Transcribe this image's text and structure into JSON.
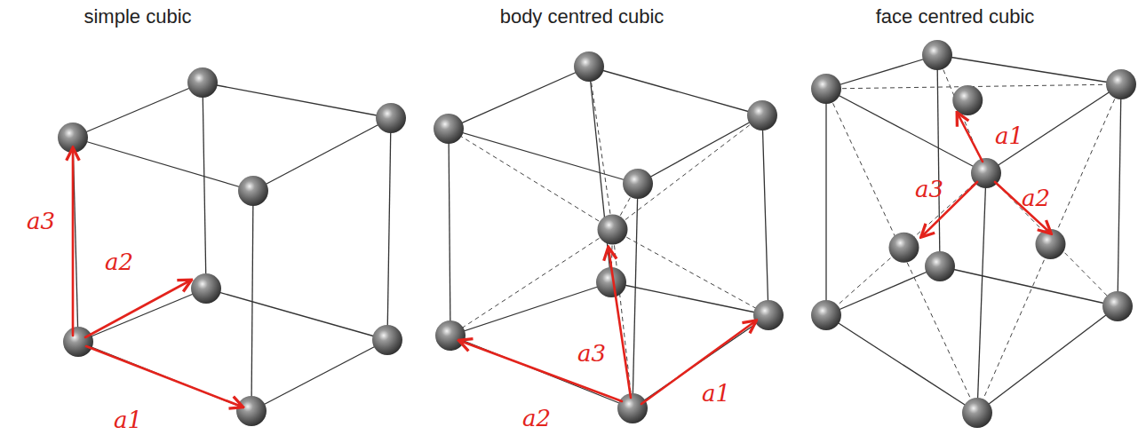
{
  "diagram": {
    "labels": [
      "simple cubic",
      "body centred cubic",
      "face centred cubic",
      "a3",
      "a2",
      "a1",
      "a3",
      "a2",
      "a1",
      "a1",
      "a3",
      "a2"
    ]
  }
}
